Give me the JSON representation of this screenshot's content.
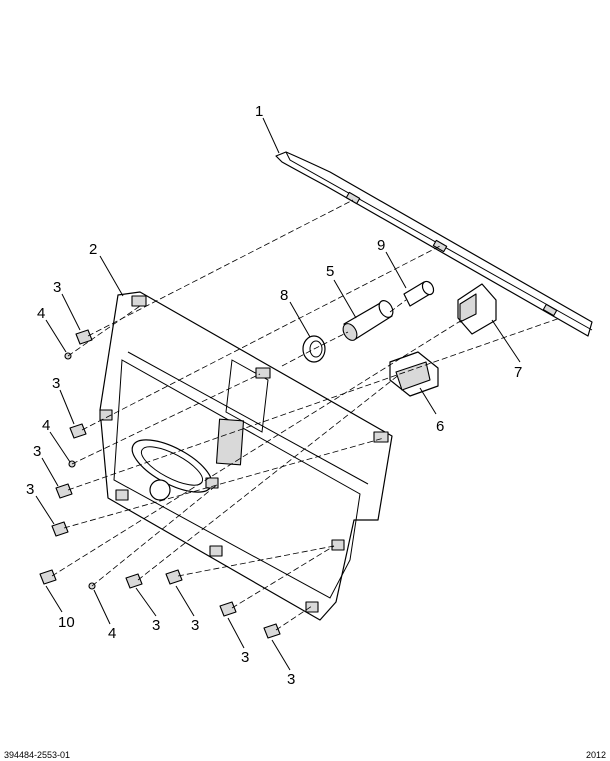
{
  "diagram": {
    "callouts": {
      "c1": "1",
      "c2": "2",
      "c3": "3",
      "c4": "4",
      "c5": "5",
      "c6": "6",
      "c7": "7",
      "c8": "8",
      "c9": "9",
      "c10": "10"
    },
    "footer": {
      "left": "394484-2553-01",
      "right": "2012"
    }
  }
}
